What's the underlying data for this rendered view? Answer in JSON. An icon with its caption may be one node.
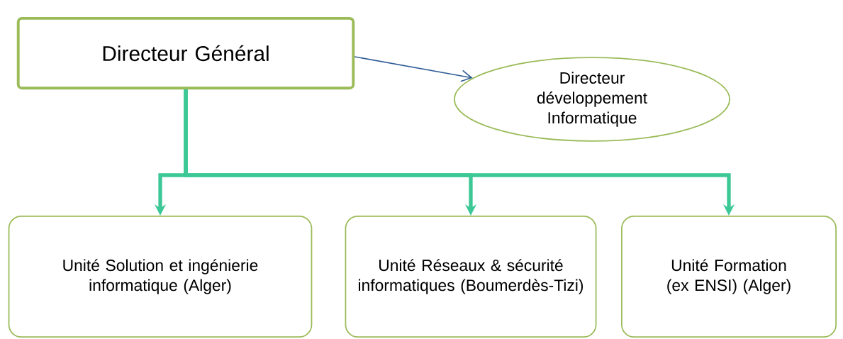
{
  "diagram": {
    "nodes": [
      {
        "text": [
          "Directeur Général"
        ]
      },
      {
        "text": [
          "Directeur développement Informatique"
        ]
      },
      {
        "text": [
          "Unité Solution et ingénierie informatique (Alger)"
        ]
      },
      {
        "text": [
          "Unité Réseaux & sécurité informatiques (Boumerdès-Tizi)"
        ]
      },
      {
        "text": [
          "Unité Formation (ex ENSI) (Alger)"
        ]
      }
    ],
    "edges": [
      {
        "from": 0,
        "to": 1,
        "arrow": "to",
        "color": "#2f5d96"
      },
      {
        "from": 0,
        "to": 2,
        "arrow": "to"
      },
      {
        "from": 0,
        "to": 3,
        "arrow": "to"
      },
      {
        "from": 0,
        "to": 4,
        "arrow": "to"
      }
    ]
  }
}
